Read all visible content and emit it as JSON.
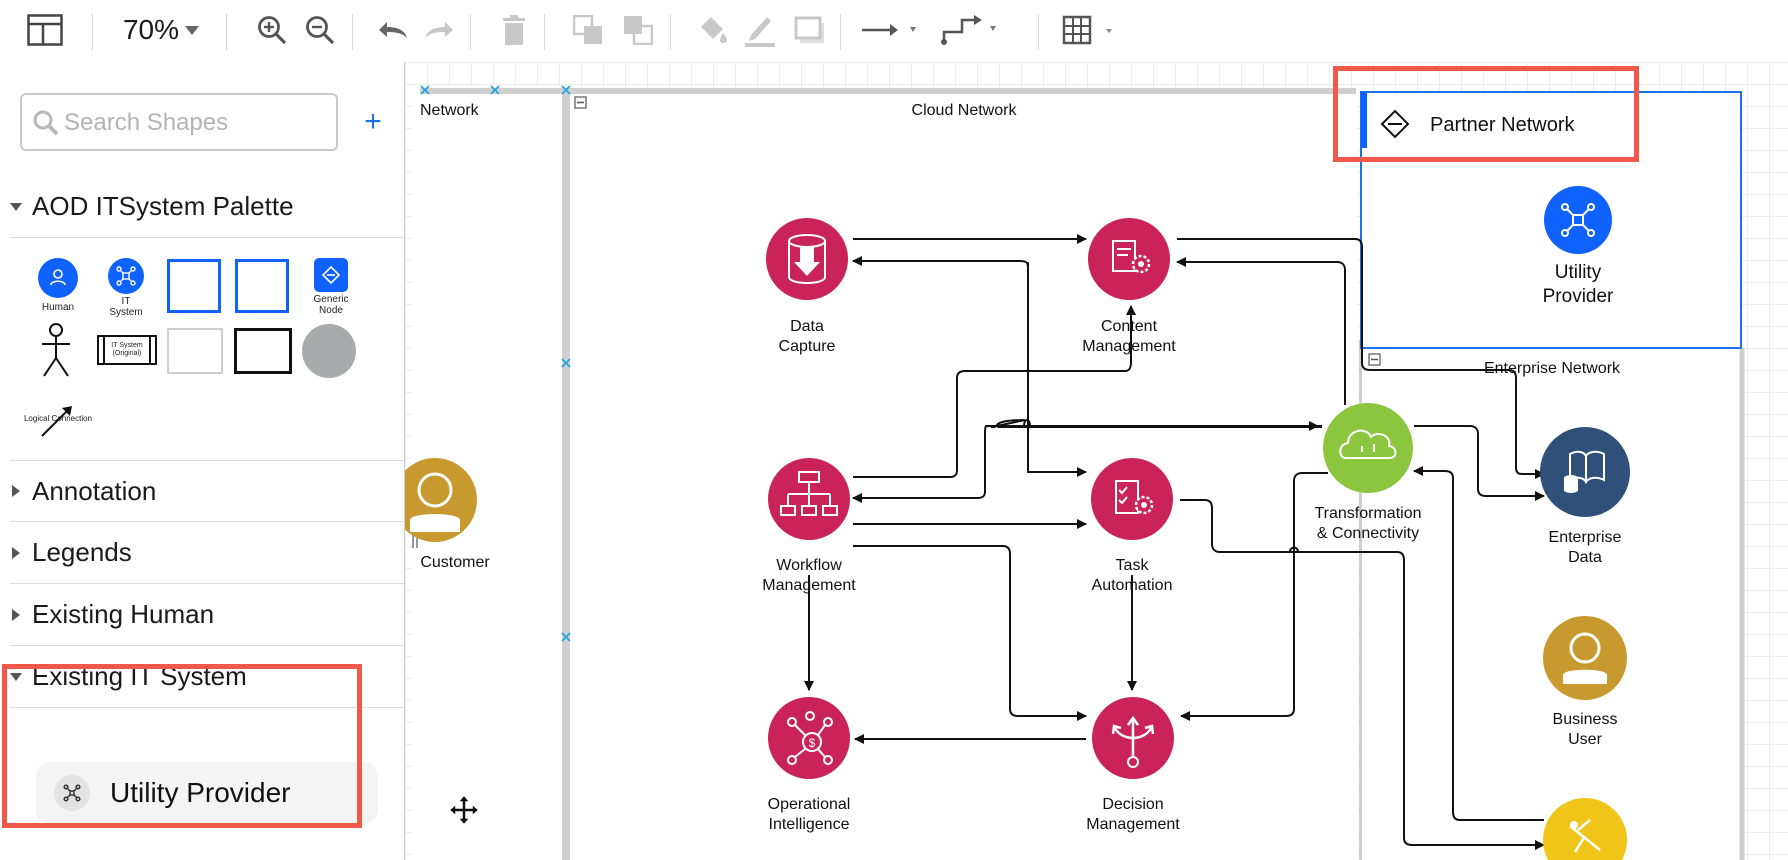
{
  "toolbar": {
    "zoom_value": "70%",
    "icons": [
      "format-panel-icon",
      "zoom-in-icon",
      "zoom-out-icon",
      "undo-icon",
      "redo-icon",
      "delete-icon",
      "to-front-icon",
      "to-back-icon",
      "fill-color-icon",
      "line-color-icon",
      "shadow-icon",
      "connection-style-icon",
      "waypoints-icon",
      "table-icon"
    ]
  },
  "sidebar": {
    "search_placeholder": "Search Shapes",
    "add_label": "+",
    "palette": {
      "title": "AOD ITSystem Palette",
      "items": [
        {
          "label": "Human"
        },
        {
          "label": "IT\nSystem"
        },
        {
          "label": "Generic\nNode"
        },
        {
          "label": "IT System\n(Original)"
        },
        {
          "label": "Logical Connection"
        }
      ]
    },
    "sections": [
      {
        "label": "Annotation"
      },
      {
        "label": "Legends"
      },
      {
        "label": "Existing Human"
      },
      {
        "label": "Existing IT System"
      }
    ],
    "existing_it_item": "Utility Provider"
  },
  "canvas": {
    "groups": {
      "left_partial": "Network",
      "cloud": "Cloud Network",
      "partner": "Partner Network",
      "enterprise": "Enterprise Network"
    },
    "nodes": {
      "customer": "Customer",
      "data_capture": [
        "Data",
        "Capture"
      ],
      "content_mgmt": [
        "Content",
        "Management"
      ],
      "workflow_mgmt": [
        "Workflow",
        "Management"
      ],
      "task_auto": [
        "Task",
        "Automation"
      ],
      "op_intel": [
        "Operational",
        "Intelligence"
      ],
      "decision_mgmt": [
        "Decision",
        "Management"
      ],
      "transformation": [
        "Transformation",
        "& Connectivity"
      ],
      "utility_provider": [
        "Utility",
        "Provider"
      ],
      "enterprise_data": [
        "Enterprise",
        "Data"
      ],
      "business_user": [
        "Business",
        "User"
      ]
    }
  },
  "colors": {
    "magenta": "#c9235a",
    "green": "#8cc63f",
    "navy": "#2e5079",
    "gold": "#c8992e",
    "yellow": "#f0c419",
    "blue": "#0f62fe",
    "highlight": "#f0584a"
  }
}
